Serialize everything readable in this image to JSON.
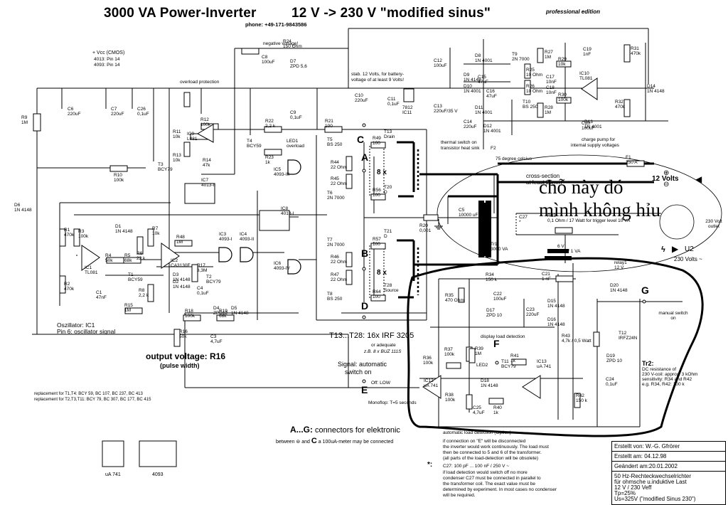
{
  "header": {
    "title_left": "3000 VA   Power-Inverter",
    "title_right": "12 V -> 230 V \"modified sinus\"",
    "edition": "professional edition",
    "phone": "phone: +49-171-9843586"
  },
  "overlay_note": {
    "line1": "chỗ này đó",
    "line2": "mình không hỉu"
  },
  "supply": {
    "vcc_label": "+ Vcc (CMOS)",
    "vcc_4013": "4013: Pin 14",
    "vcc_4093": "4093: Pin 14",
    "overload_protection": "overload protection",
    "negative_voltage": "negative voltage!",
    "stab_note_1": "stab. 12 Volts, for battery-",
    "stab_note_2": "voltage of at least 9 Volts!",
    "charge_pump_1": "charge pump for",
    "charge_pump_2": "internal supply voltages",
    "thermal_1": "thermal switch on",
    "thermal_2": "transistor heat sink",
    "thermal_temp": "75 degree celsius"
  },
  "components": {
    "R9": [
      "R9",
      "1M"
    ],
    "C6": [
      "C6",
      "220uF"
    ],
    "C7": [
      "C7",
      "220uF"
    ],
    "C26": [
      "C26",
      "0,1uF"
    ],
    "R10": [
      "R10",
      "100k"
    ],
    "T3": [
      "T3",
      "BCY79"
    ],
    "D6": [
      "D6",
      "1N 4148"
    ],
    "R11": [
      "R11",
      "10k"
    ],
    "R12": [
      "R12",
      "100k"
    ],
    "R13": [
      "R13",
      "10k"
    ],
    "R14": [
      "R14",
      "47k"
    ],
    "IC9": [
      "IC9",
      "L081"
    ],
    "IC7": [
      "IC7",
      "4013-II"
    ],
    "C8": [
      "C8",
      "100uF"
    ],
    "D7": [
      "D7",
      "ZPD 5,6"
    ],
    "R24": [
      "R24",
      "150 Ohm"
    ],
    "R22": [
      "R22",
      "2,2 k"
    ],
    "C9": [
      "C9",
      "0,1uF"
    ],
    "R21": [
      "R21",
      "100"
    ],
    "T4": [
      "T4",
      "BCY59"
    ],
    "R23": [
      "R23",
      "1k"
    ],
    "LED1": [
      "LED1",
      "overload"
    ],
    "C10": [
      "C10",
      "220uF"
    ],
    "C11": [
      "C11",
      "0,1uF"
    ],
    "IC11": [
      "7812",
      "IC11"
    ],
    "C12": [
      "C12",
      "100uF"
    ],
    "C13": [
      "C13",
      "220uF/35 V"
    ],
    "C14": [
      "C14",
      "220uF"
    ],
    "D8": [
      "D8",
      "1N 4001"
    ],
    "D9": [
      "D9",
      "1N 4148"
    ],
    "D10": [
      "D10",
      "1N 4001"
    ],
    "D11": [
      "D11",
      "1N 4001"
    ],
    "D12": [
      "D12",
      "1N 4001"
    ],
    "D13": [
      "D13",
      "1N 4001"
    ],
    "D14": [
      "D14",
      "1N 4148"
    ],
    "C15": [
      "C15",
      "47uF"
    ],
    "C16": [
      "C16",
      "47uF"
    ],
    "T9": [
      "T9",
      "2N 7000"
    ],
    "T10": [
      "T10",
      "BS 250"
    ],
    "R25": [
      "R25",
      "10 Ohm"
    ],
    "R26": [
      "R26",
      "10 Ohm"
    ],
    "R27": [
      "R27",
      "1M"
    ],
    "R28": [
      "R28",
      "1M"
    ],
    "C17": [
      "C17",
      "10nF"
    ],
    "C18": [
      "C18",
      "10nF"
    ],
    "C19": [
      "C19",
      "1nF"
    ],
    "C20": [
      "C20",
      "100uF"
    ],
    "R29": [
      "R29",
      "10k"
    ],
    "R30": [
      "R30",
      "100k"
    ],
    "R31": [
      "R31",
      "470k"
    ],
    "R32": [
      "R32",
      "470k"
    ],
    "IC10": [
      "IC10",
      "TL081"
    ],
    "F2": [
      "F2",
      ""
    ],
    "R1": [
      "R1",
      "470k"
    ],
    "R2": [
      "R2",
      "470k"
    ],
    "R3": [
      "R3",
      "100k"
    ],
    "R4": [
      "R4",
      "50k"
    ],
    "R5": [
      "R5",
      "68k"
    ],
    "R6": [
      "R6",
      "22 k"
    ],
    "R7": [
      "R7",
      "10k"
    ],
    "R8": [
      "R8",
      "2,2 k"
    ],
    "R48": [
      "R48",
      "1M"
    ],
    "R15": [
      "R15",
      "1M"
    ],
    "R16": [
      "R16",
      "50k"
    ],
    "R17": [
      "R17",
      "3,3M"
    ],
    "R18": [
      "R18",
      "100k"
    ],
    "R19": [
      "R19",
      "68k"
    ],
    "C1": [
      "C1",
      "47nF"
    ],
    "C3": [
      "C3",
      "4,7uF"
    ],
    "C4": [
      "C4",
      "0,1uF"
    ],
    "D1": [
      "D1",
      "1N 4148"
    ],
    "D2": [
      "D2",
      "1N 4148"
    ],
    "D3": [
      "D3",
      "1N 4148"
    ],
    "D4": [
      "D4",
      "ZPD12"
    ],
    "D5": [
      "D5",
      "1N 4148"
    ],
    "T1": [
      "T1",
      "BCY59"
    ],
    "T2": [
      "T2",
      "BCY79"
    ],
    "IC1": [
      "IC1",
      "TL081"
    ],
    "IC2": [
      "IC2",
      "CA3130E"
    ],
    "IC3": [
      "IC3",
      "4093-I"
    ],
    "IC4": [
      "IC4",
      "4093-II"
    ],
    "IC5": [
      "IC5",
      "4093-III"
    ],
    "IC6": [
      "IC6",
      "4093-IV"
    ],
    "IC8": [
      "IC8",
      "4013-I"
    ],
    "T5": [
      "T5",
      "BS 250"
    ],
    "T6": [
      "T6",
      "2N 7000"
    ],
    "T7": [
      "T7",
      "2N 7000"
    ],
    "T8": [
      "T8",
      "BS 250"
    ],
    "R44": [
      "R44",
      "22 Ohm"
    ],
    "R45": [
      "R45",
      "22 Ohm"
    ],
    "R46": [
      "R46",
      "22 Ohm"
    ],
    "R47": [
      "R47",
      "22 Ohm"
    ],
    "R49": [
      "R49",
      "100"
    ],
    "R56": [
      "R56",
      "100"
    ],
    "R57": [
      "R57",
      "100"
    ],
    "R64": [
      "R64",
      "100"
    ],
    "T13": [
      "T13",
      "Drain"
    ],
    "T20": [
      "T20",
      "D"
    ],
    "T21": [
      "T21",
      "D"
    ],
    "T28": [
      "T28",
      "Source"
    ],
    "R20": [
      "R20",
      "0,001"
    ],
    "C5": [
      "C5",
      "10000 uF"
    ],
    "Tr1": [
      "Tr1",
      "3000 VA"
    ],
    "C27": [
      "C27",
      "*"
    ],
    "F1": [
      "F1",
      "250 A"
    ],
    "R33": [
      "R33",
      "0,1 Ohm / 17 Watt for trigger level 10 VA"
    ],
    "Tr2": [
      "6 V",
      "230 V 1 VA"
    ],
    "relay1": [
      "relay1",
      "12 V"
    ],
    "R34": [
      "R34",
      "150 k"
    ],
    "R35": [
      "R35",
      "470 Ohm"
    ],
    "C21": [
      "C21",
      "1 nF"
    ],
    "C22": [
      "C22",
      "100uF"
    ],
    "C23": [
      "C23",
      "220uF"
    ],
    "D17": [
      "D17",
      "ZPD 10"
    ],
    "D15": [
      "D15",
      "1N 4148"
    ],
    "D16": [
      "D16",
      "1N 4148"
    ],
    "D20": [
      "D20",
      "1N 4148"
    ],
    "R36": [
      "R36",
      "100k"
    ],
    "R37": [
      "R37",
      "100k"
    ],
    "R38": [
      "R38",
      "100k"
    ],
    "R39": [
      "R39",
      "1M"
    ],
    "R40": [
      "R40",
      "1k"
    ],
    "R41": [
      "R41",
      "1k"
    ],
    "R42": [
      "R42",
      "150 k"
    ],
    "R43": [
      "R43",
      "4,7k / 0,5 Watt"
    ],
    "C24": [
      "C24",
      "0,1uF"
    ],
    "C25": [
      "C25",
      "4,7uF"
    ],
    "D18": [
      "D18",
      "1N 4148"
    ],
    "D19": [
      "D19",
      "ZPD 10"
    ],
    "LED2": [
      "LED2",
      ""
    ],
    "T11": [
      "T11",
      "BCY79"
    ],
    "T12": [
      "T12",
      "IRFZ24N"
    ],
    "IC12": [
      "IC12",
      "uA 741"
    ],
    "IC13": [
      "IC13",
      "uA 741"
    ]
  },
  "labels": {
    "cross_section_1": "cross-section",
    "cross_section_2": "at least 25mm²",
    "twelve_volts": "12 Volts",
    "outlet": "230 Volt outlet",
    "u2": "U2",
    "u2_v": "230 Volts ~",
    "eight_x_top": "8 x",
    "eight_x_bottom": "8 x",
    "conn_a": "A",
    "conn_b": "B",
    "conn_c": "C",
    "conn_d": "D",
    "conn_e": "E",
    "conn_f": "F",
    "conn_g": "G",
    "manual_switch": "manual switch on",
    "display_load": "display load detection",
    "auto_load": "automatic load detection  (Option)",
    "oszillator_1": "Oszillator: IC1",
    "oszillator_2": "Pin 6: oscillator signal",
    "output_voltage": "output voltage: R16",
    "pulse_width": "(pulse width)",
    "mosfets": "T13...T28: 16x IRF 3205",
    "or_adequate": "or adequate",
    "zb": "z.B. 8 x BUZ 111S",
    "signal_auto_1": "Signal: automatic",
    "signal_auto_2": "switch on",
    "off_low": "Off: LOW",
    "monoflop": "Monoflop: T=5 seconds",
    "replacement_1": "replacement for  T1,T4:        BCY 59, BC 107, BC 237, BC 413",
    "replacement_2": "replacement for  T2,T3,T11: BCY 79, BC 307, BC 177, BC 415",
    "pinout_741": "uA 741",
    "pinout_4093": "4093",
    "connectors_head": "A...G:",
    "connectors_text": " connectors for elektronic",
    "meter_text_1": "between",
    "meter_text_2": "and",
    "meter_text_c": "C",
    "meter_text_3": "a 100uA-meter  may be connected",
    "note_e_1": "if connection on \"E\" will be disconnected",
    "note_e_2": "the inverter would work continuously. The load must",
    "note_e_3": "then be connected to 5 and 6  of the transformer.",
    "note_e_4": "(all parts of the load-detection will be obsolete)",
    "star": "*:",
    "c27_note": "C27: 100 pF ... 100 nF / 250 V ~",
    "c27_1": "if load detection would switch off no more",
    "c27_2": "condenser C27 must be  connected in parallel to",
    "c27_3": "the transformer coil. The exact value must be",
    "c27_4": "determined by experiment.  In most cases no condenser",
    "c27_5": "will be required.",
    "tr2_head": "Tr2:",
    "tr2_1": "DC resistance of",
    "tr2_2": "230 V-coil: approx. 3 kOhm",
    "tr2_3": "sensitivity: R34 and R42",
    "tr2_4": "e.g. R34, R42: 100 k"
  },
  "info_box": {
    "created_by": "Erstellt von:   W.-G. Gfrörer",
    "created_on": "Erstellt am:   04.12.98",
    "changed_on": "Geändert am:20.01.2002",
    "desc_1": "50 Hz-Rechteckwechselrichter",
    "desc_2": "für ohmsche u.induktive Last",
    "desc_3": "12 V / 230 Veff",
    "desc_4": "Tp=25%",
    "desc_5": "Us=325V (\"modified Sinus 230\")"
  }
}
